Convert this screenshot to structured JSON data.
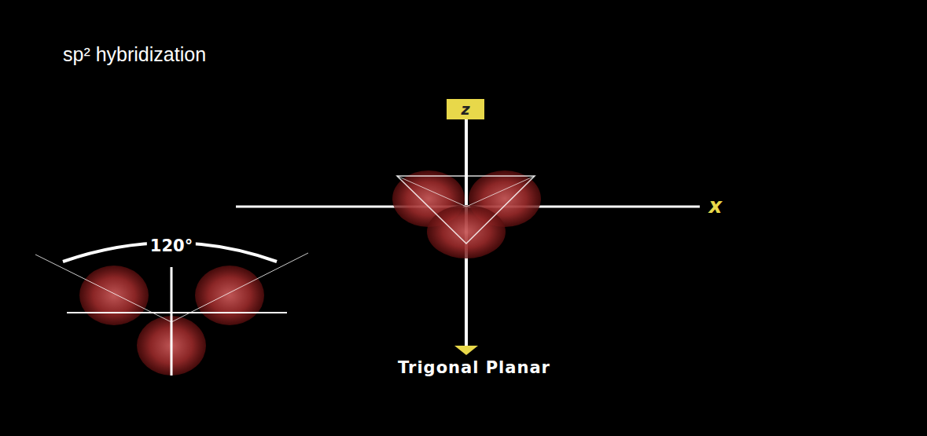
{
  "diagram": {
    "title": "sp² hybridization",
    "labels": [
      "z",
      "x",
      "120°",
      "Trigonal Planar"
    ]
  }
}
